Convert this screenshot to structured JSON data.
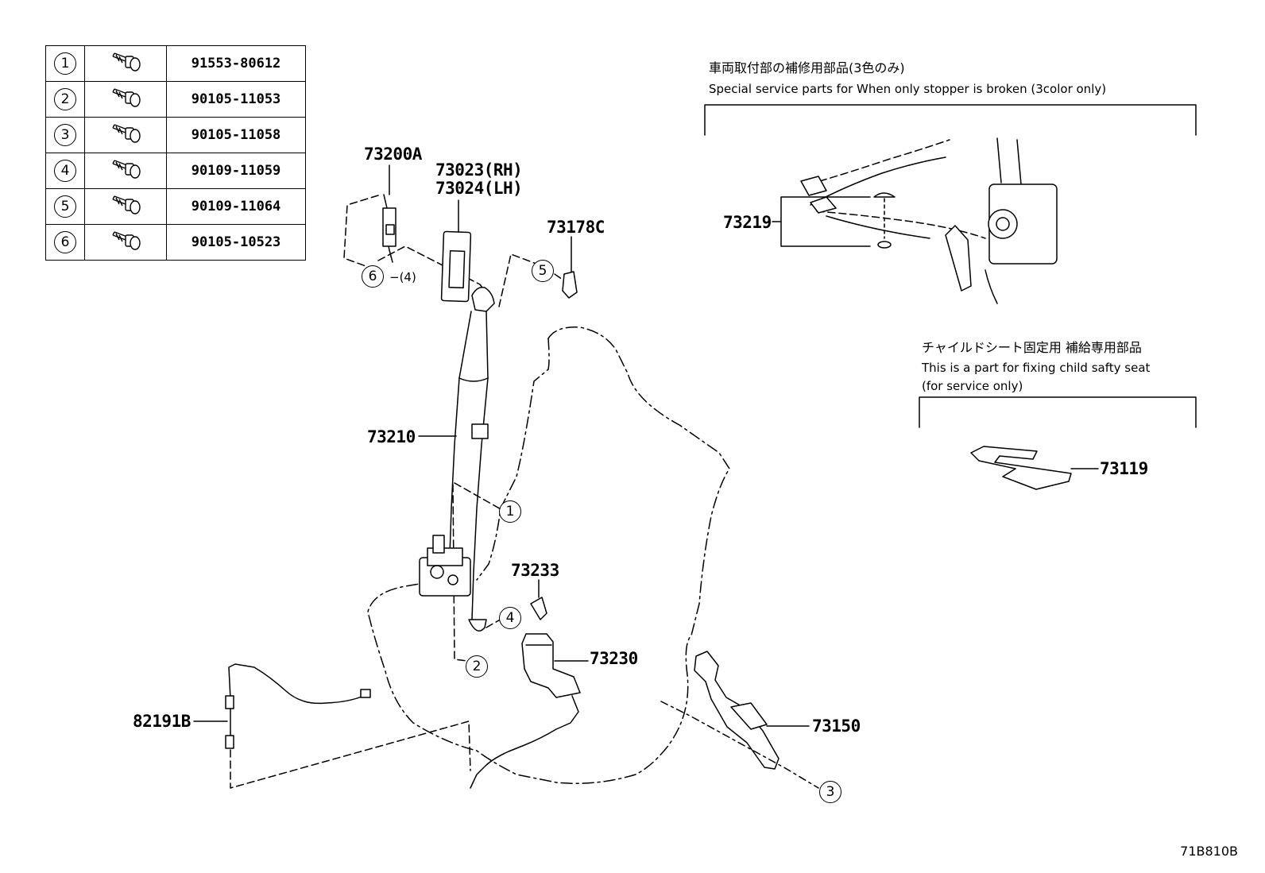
{
  "bolt_table": {
    "rows": [
      {
        "ref": "1",
        "part": "91553-80612",
        "icon": "bolt-icon"
      },
      {
        "ref": "2",
        "part": "90105-11053",
        "icon": "bolt-icon"
      },
      {
        "ref": "3",
        "part": "90105-11058",
        "icon": "bolt-icon"
      },
      {
        "ref": "4",
        "part": "90109-11059",
        "icon": "bolt-icon"
      },
      {
        "ref": "5",
        "part": "90109-11064",
        "icon": "bolt-icon"
      },
      {
        "ref": "6",
        "part": "90105-10523",
        "icon": "bolt-icon"
      }
    ]
  },
  "labels": {
    "p73200a": "73200A",
    "p73023": "73023(RH)",
    "p73024": "73024(LH)",
    "p73178c": "73178C",
    "p73210": "73210",
    "p73233": "73233",
    "p73230": "73230",
    "p82191b": "82191B",
    "p73150": "73150",
    "p73219": "73219",
    "p73119": "73119"
  },
  "callouts": {
    "c1": "1",
    "c2": "2",
    "c3": "3",
    "c4": "4",
    "c5": "5",
    "c6": "6",
    "qty6": "−(4)"
  },
  "notes": {
    "stopper_jp": "車両取付部の補修用部品(3色のみ)",
    "stopper_en": "Special service parts for When only stopper is broken (3color only)",
    "child_jp": "チャイルドシート固定用  補給専用部品",
    "child_en1": "This is a part for fixing child safty seat",
    "child_en2": "(for service only)"
  },
  "diagram_code": "71B810B"
}
